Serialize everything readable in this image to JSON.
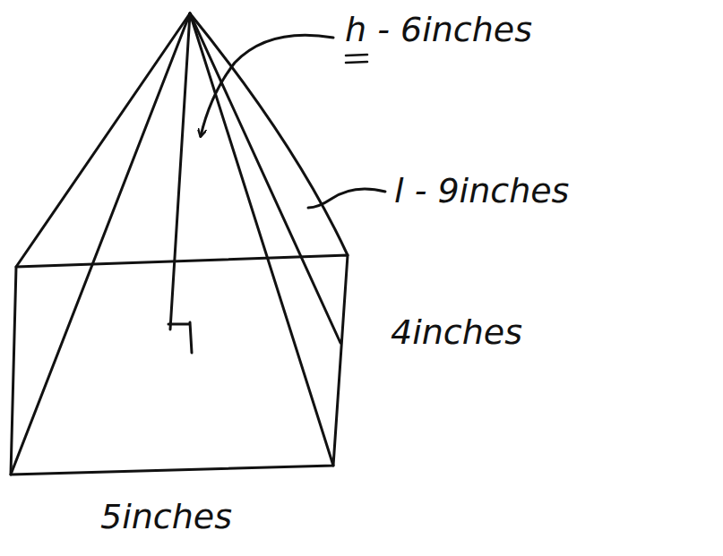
{
  "diagram": {
    "labels": [
      "h - 6inches",
      "l - 9inches",
      "4inches",
      "5inches"
    ]
  }
}
